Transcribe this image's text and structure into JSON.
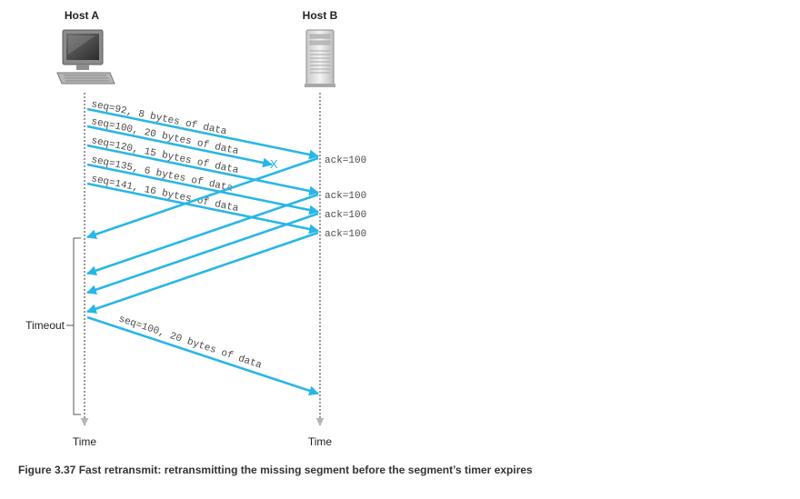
{
  "hosts": {
    "a": {
      "label": "Host A",
      "time_label": "Time"
    },
    "b": {
      "label": "Host B",
      "time_label": "Time"
    }
  },
  "timeout_label": "Timeout",
  "segments": [
    {
      "label": "seq=92, 8 bytes of data"
    },
    {
      "label": "seq=100, 20 bytes of data"
    },
    {
      "label": "seq=120, 15 bytes of data"
    },
    {
      "label": "seq=135, 6 bytes of data"
    },
    {
      "label": "seq=141, 16 bytes of data"
    }
  ],
  "acks": [
    {
      "label": "ack=100"
    },
    {
      "label": "ack=100"
    },
    {
      "label": "ack=100"
    },
    {
      "label": "ack=100"
    }
  ],
  "loss_marker": "X",
  "retransmission": {
    "label": "seq=100, 20 bytes of data"
  },
  "caption": "Figure 3.37 Fast retransmit: retransmitting the missing segment before the segment’s timer expires",
  "colors": {
    "arrow": "#29b6e6",
    "timeline": "#9a9a9a",
    "text": "#222222"
  }
}
